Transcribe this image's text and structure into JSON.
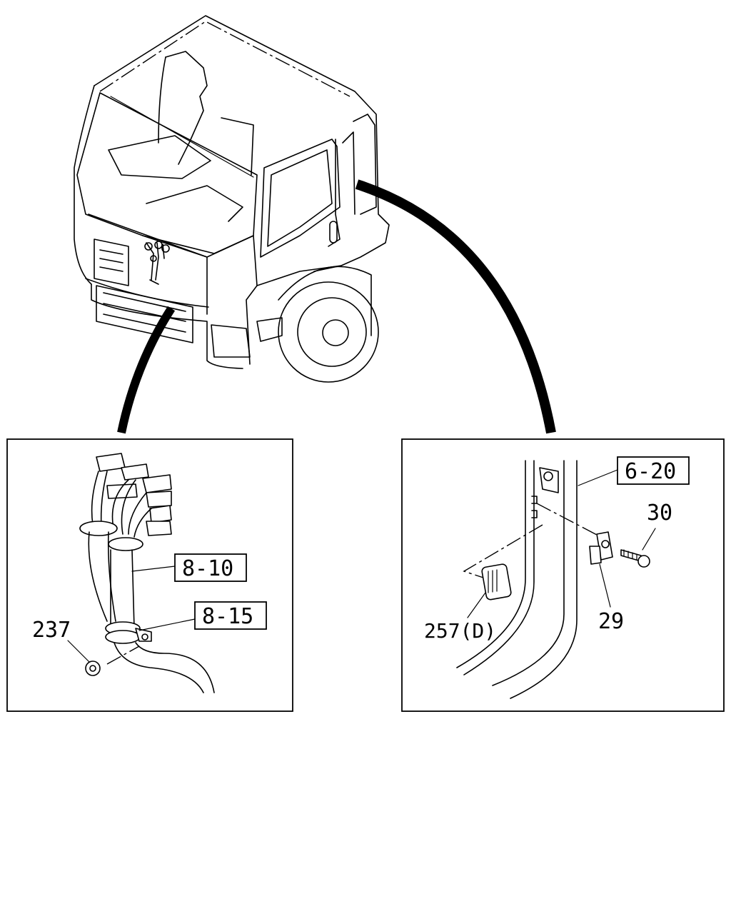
{
  "callouts": {
    "left_panel": {
      "ref_a": "8-10",
      "ref_b": "8-15",
      "part_nut": "237"
    },
    "right_panel": {
      "ref_a": "6-20",
      "part_bolt": "30",
      "part_bracket": "29",
      "part_connector": "257(D)"
    }
  },
  "icons": {
    "truck": "truck-cab-icon",
    "harness": "wiring-harness-icon",
    "door": "door-frame-icon"
  }
}
